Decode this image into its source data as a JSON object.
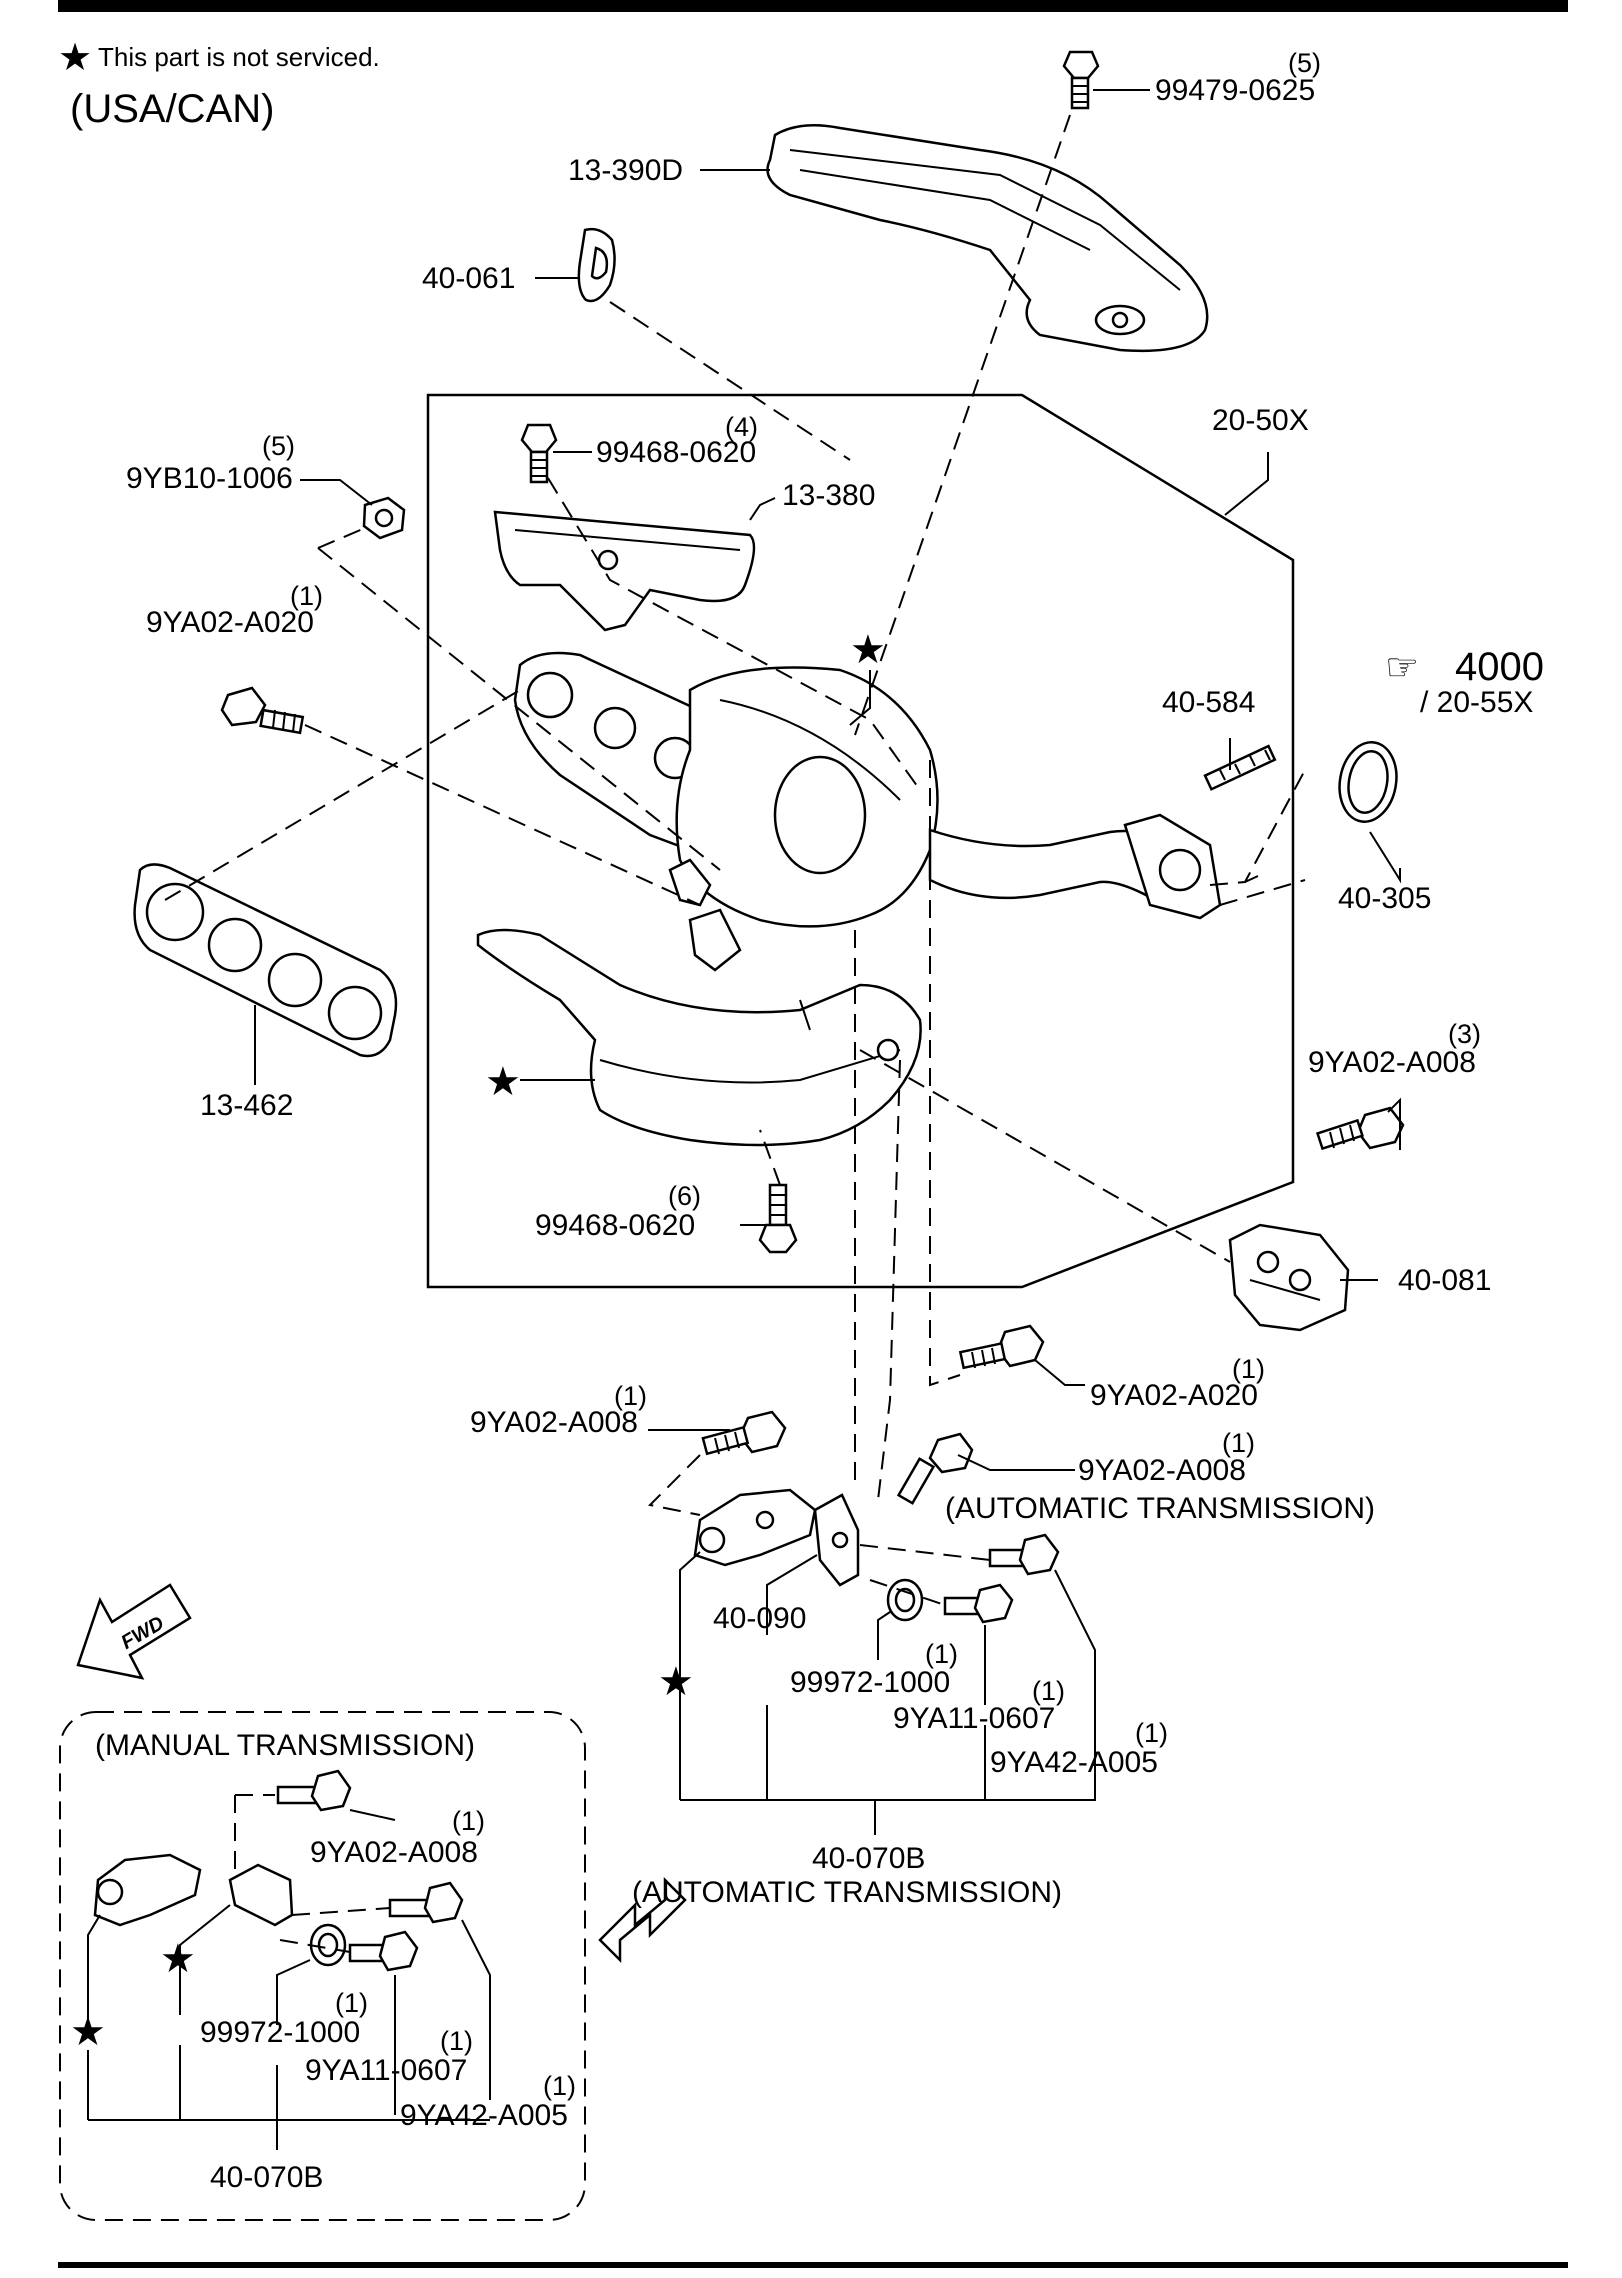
{
  "legend": {
    "star_symbol": "★",
    "note": "This part is not serviced."
  },
  "region": "(USA/CAN)",
  "reference": {
    "page": "4000",
    "sub": "/ 20-55X"
  },
  "fwd_label": "FWD",
  "labels": {
    "p99479_0625": "99479-0625",
    "p99479_0625_qty": "(5)",
    "p13_390D": "13-390D",
    "p40_061": "40-061",
    "p20_50X": "20-50X",
    "p99468_0620_top": "99468-0620",
    "p99468_0620_top_qty": "(4)",
    "p13_380": "13-380",
    "p9YB10_1006": "9YB10-1006",
    "p9YB10_1006_qty": "(5)",
    "p9YA02_A020_left": "9YA02-A020",
    "p9YA02_A020_left_qty": "(1)",
    "p40_584": "40-584",
    "p40_305": "40-305",
    "p13_462": "13-462",
    "p9YA02_A008_right": "9YA02-A008",
    "p9YA02_A008_right_qty": "(3)",
    "p40_081": "40-081",
    "p99468_0620_bot": "99468-0620",
    "p99468_0620_bot_qty": "(6)",
    "p9YA02_A020_mid": "9YA02-A020",
    "p9YA02_A020_mid_qty": "(1)",
    "p9YA02_A008_mid": "9YA02-A008",
    "p9YA02_A008_mid_qty": "(1)",
    "p9YA02_A008_at": "9YA02-A008",
    "p9YA02_A008_at_qty": "(1)",
    "at_note_1": "(AUTOMATIC TRANSMISSION)",
    "p40_090": "40-090",
    "p99972_1000_at": "99972-1000",
    "p99972_1000_at_qty": "(1)",
    "p9YA11_0607_at": "9YA11-0607",
    "p9YA11_0607_at_qty": "(1)",
    "p9YA42_A005_at": "9YA42-A005",
    "p9YA42_A005_at_qty": "(1)",
    "p40_070B_at": "40-070B",
    "at_note_2": "(AUTOMATIC TRANSMISSION)",
    "mt_title": "(MANUAL TRANSMISSION)",
    "p9YA02_A008_mt": "9YA02-A008",
    "p9YA02_A008_mt_qty": "(1)",
    "p99972_1000_mt": "99972-1000",
    "p99972_1000_mt_qty": "(1)",
    "p9YA11_0607_mt": "9YA11-0607",
    "p9YA11_0607_mt_qty": "(1)",
    "p9YA42_A005_mt": "9YA42-A005",
    "p9YA42_A005_mt_qty": "(1)",
    "p40_070B_mt": "40-070B"
  },
  "icons": [
    "star-icon",
    "hand-pointer-icon",
    "fwd-arrow-icon",
    "double-arrow-icon"
  ]
}
